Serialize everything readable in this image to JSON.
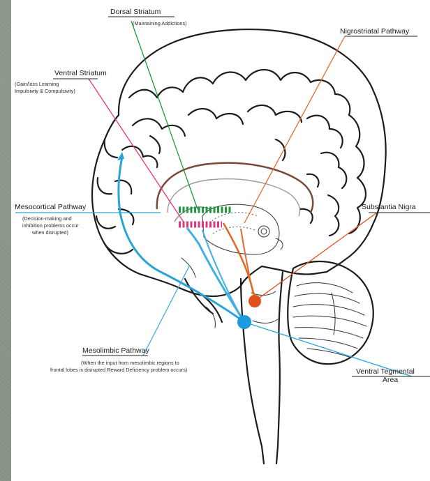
{
  "labels": {
    "dorsal_striatum": {
      "title": "Dorsal Striatum",
      "sub": [
        "(Maintaining Addictions)"
      ]
    },
    "nigrostriatal": {
      "title": "Nigrostriatal Pathway"
    },
    "ventral_striatum": {
      "title": "Ventral Striatum",
      "sub": [
        "(Gain/loss Learning",
        "Impulsivity & Compulsivity)"
      ]
    },
    "mesocortical": {
      "title": "Mesocortical Pathway",
      "sub": [
        "(Decision-making and",
        "inhibition problems occur",
        "when disrupted)"
      ]
    },
    "substantia_nigra": {
      "title": "Substantia Nigra"
    },
    "mesolimbic": {
      "title": "Mesolimbic Pathway",
      "sub": [
        "(When the input from mesolimbic regions to",
        "frontal lobes is disrupted Reward Deficiency problem occurs)"
      ]
    },
    "vta": {
      "title": [
        "Ventral Tegmental",
        "Area"
      ]
    }
  },
  "colors": {
    "dorsal_striatum": "#1e9a3c",
    "ventral_striatum": "#e0367e",
    "nigrostriatal": "#e06a2a",
    "mesocortical": "#2aa3d8",
    "mesolimbic": "#3fb0e0",
    "substantia_nigra": "#e0501c",
    "vta": "#1b9ae0",
    "corpus_callosum": "#7a4a38",
    "brain_outline": "#1c1c1c"
  }
}
